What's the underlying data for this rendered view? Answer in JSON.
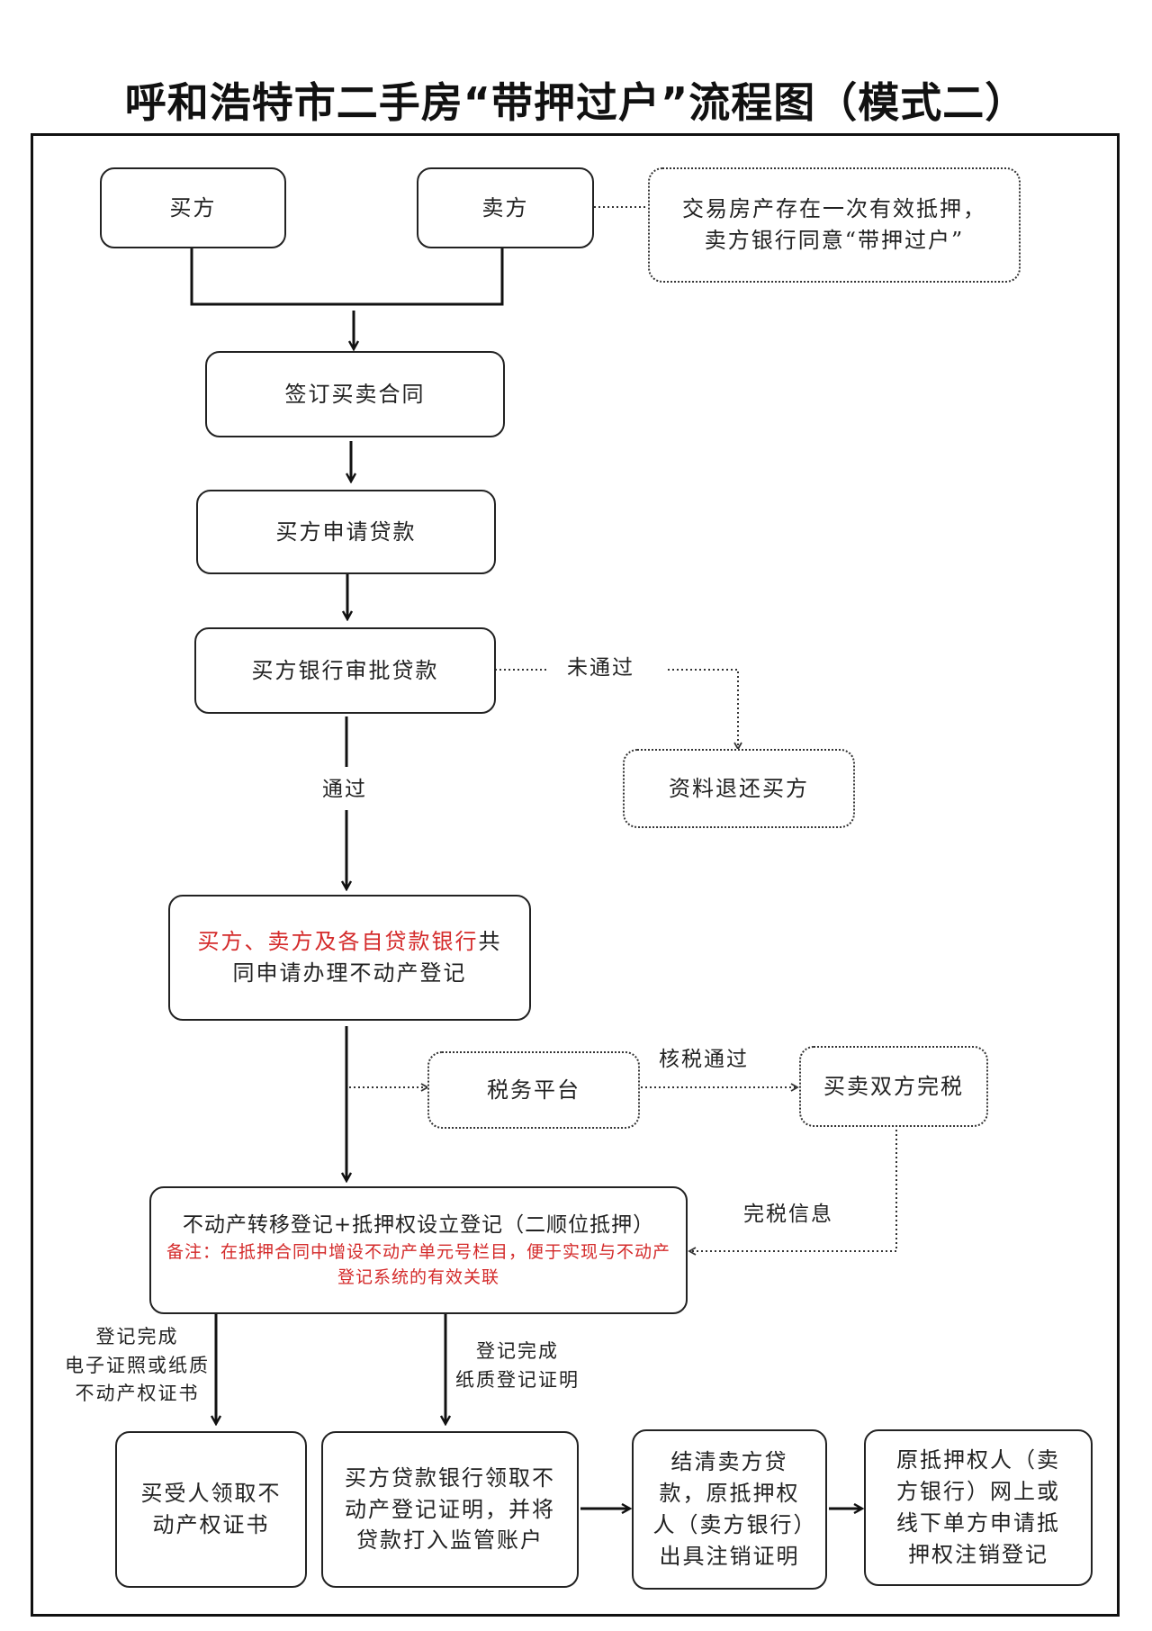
{
  "title": "呼和浩特市二手房“带押过户”流程图（模式二）",
  "nodes": {
    "buyer": "买方",
    "seller": "卖方",
    "mortgage_note": "交易房产存在一次有效抵押，卖方银行同意“带押过户”",
    "sign_contract": "签订买卖合同",
    "apply_loan": "买方申请贷款",
    "bank_review": "买方银行审批贷款",
    "return_docs": "资料退还买方",
    "joint_apply_red": "买方、卖方及各自贷款银行",
    "joint_apply_rest": "共同申请办理不动产登记",
    "tax_platform": "税务平台",
    "tax_done": "买卖双方完税",
    "transfer_reg": "不动产转移登记+抵押权设立登记（二顺位抵押）",
    "transfer_note": "备注：在抵押合同中增设不动产单元号栏目，便于实现与不动产登记系统的有效关联",
    "buyer_cert": "买受人领取不动产权证书",
    "bank_cert": "买方贷款银行领取不动产登记证明，并将贷款打入监管账户",
    "settle_loan": "结清卖方贷款，原抵押权人（卖方银行）出具注销证明",
    "cancel_reg": "原抵押权人（卖方银行）网上或线下单方申请抵押权注销登记"
  },
  "labels": {
    "not_passed": "未通过",
    "passed": "通过",
    "tax_passed": "核税通过",
    "tax_info": "完税信息",
    "reg_done_left": "登记完成\n电子证照或纸质\n不动产权证书",
    "reg_done_mid": "登记完成\n纸质登记证明"
  }
}
